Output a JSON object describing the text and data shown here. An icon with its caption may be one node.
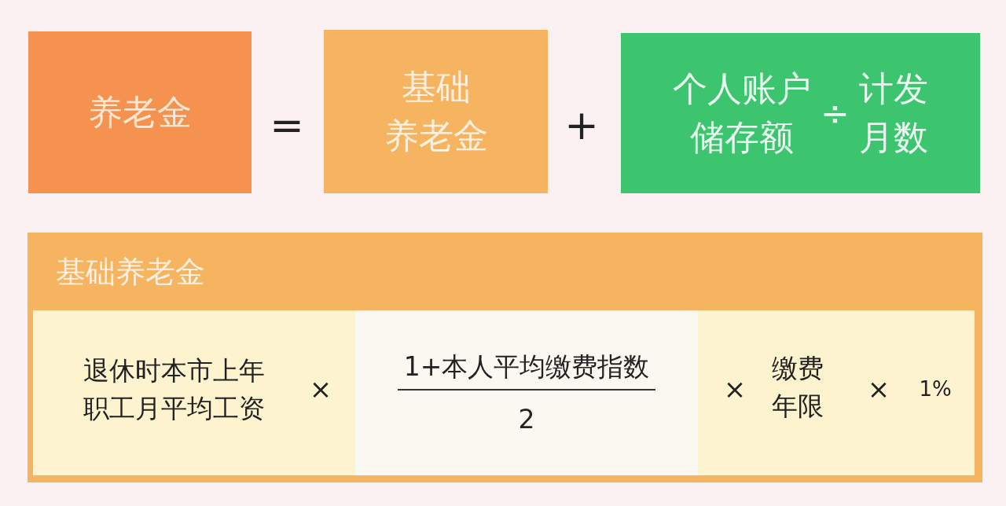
{
  "diagram": {
    "nodes": [
      {
        "text": [
          "养老金"
        ]
      },
      {
        "text": [
          "基础养老金"
        ]
      },
      {
        "text": [
          "个人账户储存额",
          "÷",
          "计发月数"
        ]
      },
      {
        "text": [
          "基础养老金"
        ]
      },
      {
        "text": [
          "1+本人平均缴费指数",
          "2"
        ],
        "in": 3
      }
    ],
    "labels": [
      "=",
      "+",
      "退休时本市上年职工月平均工资",
      "×",
      "×",
      "缴费年限",
      "×",
      "1%"
    ]
  }
}
